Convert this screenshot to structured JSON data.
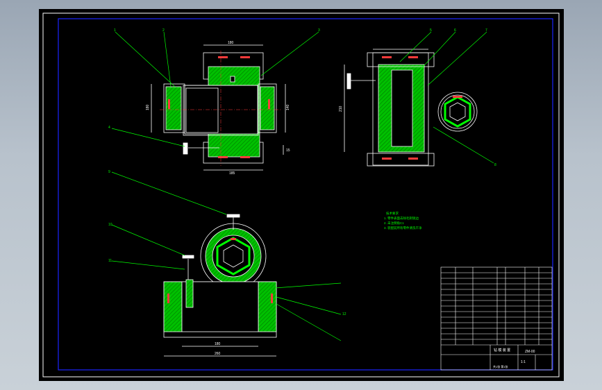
{
  "drawing": {
    "part_numbers": {
      "top_view": [
        "1",
        "2",
        "3",
        "4"
      ],
      "side_view": [
        "5",
        "6",
        "7",
        "8"
      ],
      "bottom_view": [
        "9",
        "10",
        "11",
        "12"
      ]
    },
    "dimensions": {
      "top_width": "180",
      "top_height": "180",
      "top_height2": "140",
      "top_bottom": "185",
      "top_small": "15",
      "side_height": "210",
      "bottom_inner": "180",
      "bottom_outer": "260"
    },
    "tech_requirements": {
      "title": "技术要求",
      "lines": [
        "1. 零件表面去除毛刺锐边",
        "2. 未注倒角C1",
        "3. 装配前所有零件清洗干净"
      ]
    },
    "title_block": {
      "drawing_title": "钻 模 装 置",
      "drawing_no": "ZM-00",
      "scale": "1:1",
      "sheet": "共1张 第1张"
    }
  },
  "colors": {
    "background": "#000000",
    "frame": "#ffffff",
    "inner_frame": "#1a24ff",
    "leader": "#00ff00",
    "fill": "#00cc00",
    "part_outline": "#ffffff",
    "dimension": "#ffffff",
    "accent": "#ff3b3b"
  }
}
